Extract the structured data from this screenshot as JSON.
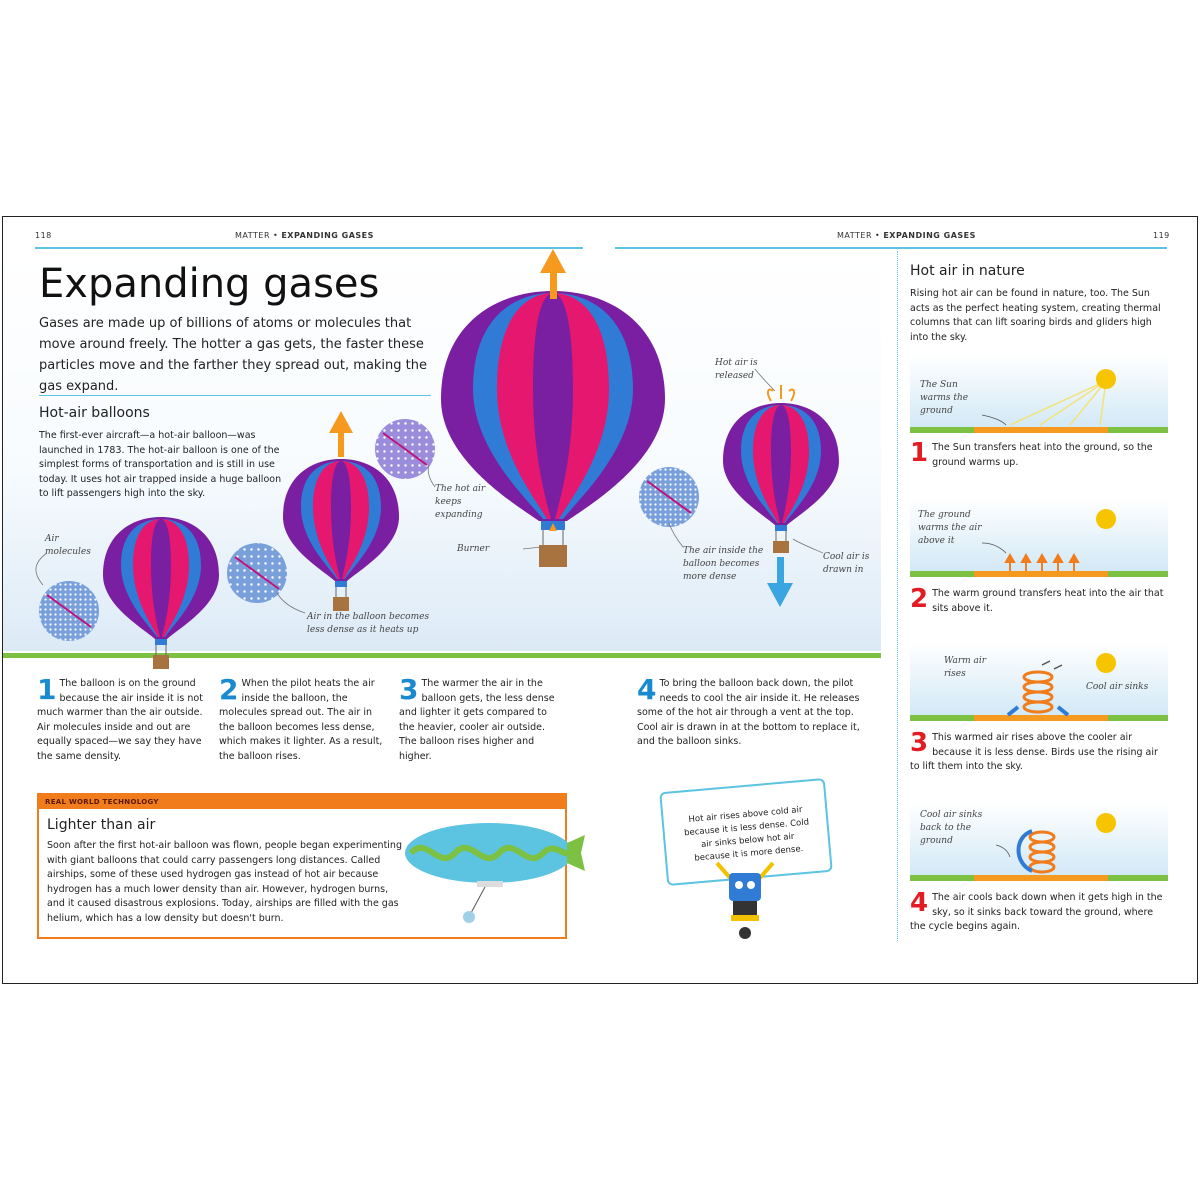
{
  "header": {
    "left_page_number": "118",
    "right_page_number": "119",
    "section": "MATTER",
    "separator": "•",
    "topic": "EXPANDING GASES"
  },
  "main": {
    "title": "Expanding gases",
    "intro": "Gases are made up of billions of atoms or molecules that move around freely. The hotter a gas gets, the faster these particles move and the farther they spread out, making the gas expand.",
    "subheading": "Hot-air balloons",
    "subtext": "The first-ever aircraft—a hot-air balloon—was launched in 1783. The hot-air balloon is one of the simplest forms of transportation and is still in use today. It uses hot air trapped inside a huge balloon to lift passengers high into the sky.",
    "labels": {
      "air_molecules": "Air molecules",
      "less_dense": "Air in the balloon becomes less dense as it heats up",
      "keeps_expanding": "The hot air keeps expanding",
      "burner": "Burner",
      "hot_air_released": "Hot air is released",
      "more_dense": "The air inside the balloon becomes more dense",
      "cool_air_drawn": "Cool air is drawn in"
    },
    "steps": [
      {
        "num": "1",
        "text": "The balloon is on the ground because the air inside it is not much warmer than the air outside. Air molecules inside and out are equally spaced—we say they have the same density."
      },
      {
        "num": "2",
        "text": "When the pilot heats the air inside the balloon, the molecules spread out. The air in the balloon becomes less dense, which makes it lighter. As a result, the balloon rises."
      },
      {
        "num": "3",
        "text": "The warmer the air in the balloon gets, the less dense and lighter it gets compared to the heavier, cooler air outside. The balloon rises higher and higher."
      },
      {
        "num": "4",
        "text": "To bring the balloon back down, the pilot needs to cool the air inside it. He releases some of the hot air through a vent at the top. Cool air is drawn in at the bottom to replace it, and the balloon sinks."
      }
    ]
  },
  "real_world": {
    "tag": "REAL WORLD TECHNOLOGY",
    "title": "Lighter than air",
    "text": "Soon after the first hot-air balloon was flown, people began experimenting with giant balloons that could carry passengers long distances. Called airships, some of these used hydrogen gas instead of hot air because hydrogen has a much lower density than air. However, hydrogen burns, and it caused disastrous explosions. Today, airships are filled with the gas helium, which has a low density but doesn't burn."
  },
  "robot_bubble": "Hot air rises above cold air because it is less dense. Cold air sinks below hot air because it is more dense.",
  "sidebar": {
    "title": "Hot air in nature",
    "text": "Rising hot air can be found in nature, too. The Sun acts as the perfect heating system, creating thermal columns that can lift soaring birds and gliders high into the sky.",
    "panels": [
      {
        "label": "The Sun warms the ground",
        "num": "1",
        "caption": "The Sun transfers heat into the ground, so the ground warms up."
      },
      {
        "label": "The ground warms the air above it",
        "num": "2",
        "caption": "The warm ground transfers heat into the air that sits above it."
      },
      {
        "label": "Warm air rises",
        "label2": "Cool air sinks",
        "num": "3",
        "caption": "This warmed air rises above the cooler air because it is less dense. Birds use the rising air to lift them into the sky."
      },
      {
        "label": "Cool air sinks back to the ground",
        "num": "4",
        "caption": "The air cools back down when it gets high in the sky, so it sinks back toward the ground, where the cycle begins again."
      }
    ]
  },
  "colors": {
    "accent_blue": "#5cc3e0",
    "step_blue": "#1a8ad0",
    "step_red": "#e31b23",
    "orange": "#f07c1c",
    "ground_green": "#7dc142",
    "balloon_pink": "#e6176f",
    "balloon_purple": "#7a1fa2",
    "balloon_blue": "#2f7bd6"
  }
}
